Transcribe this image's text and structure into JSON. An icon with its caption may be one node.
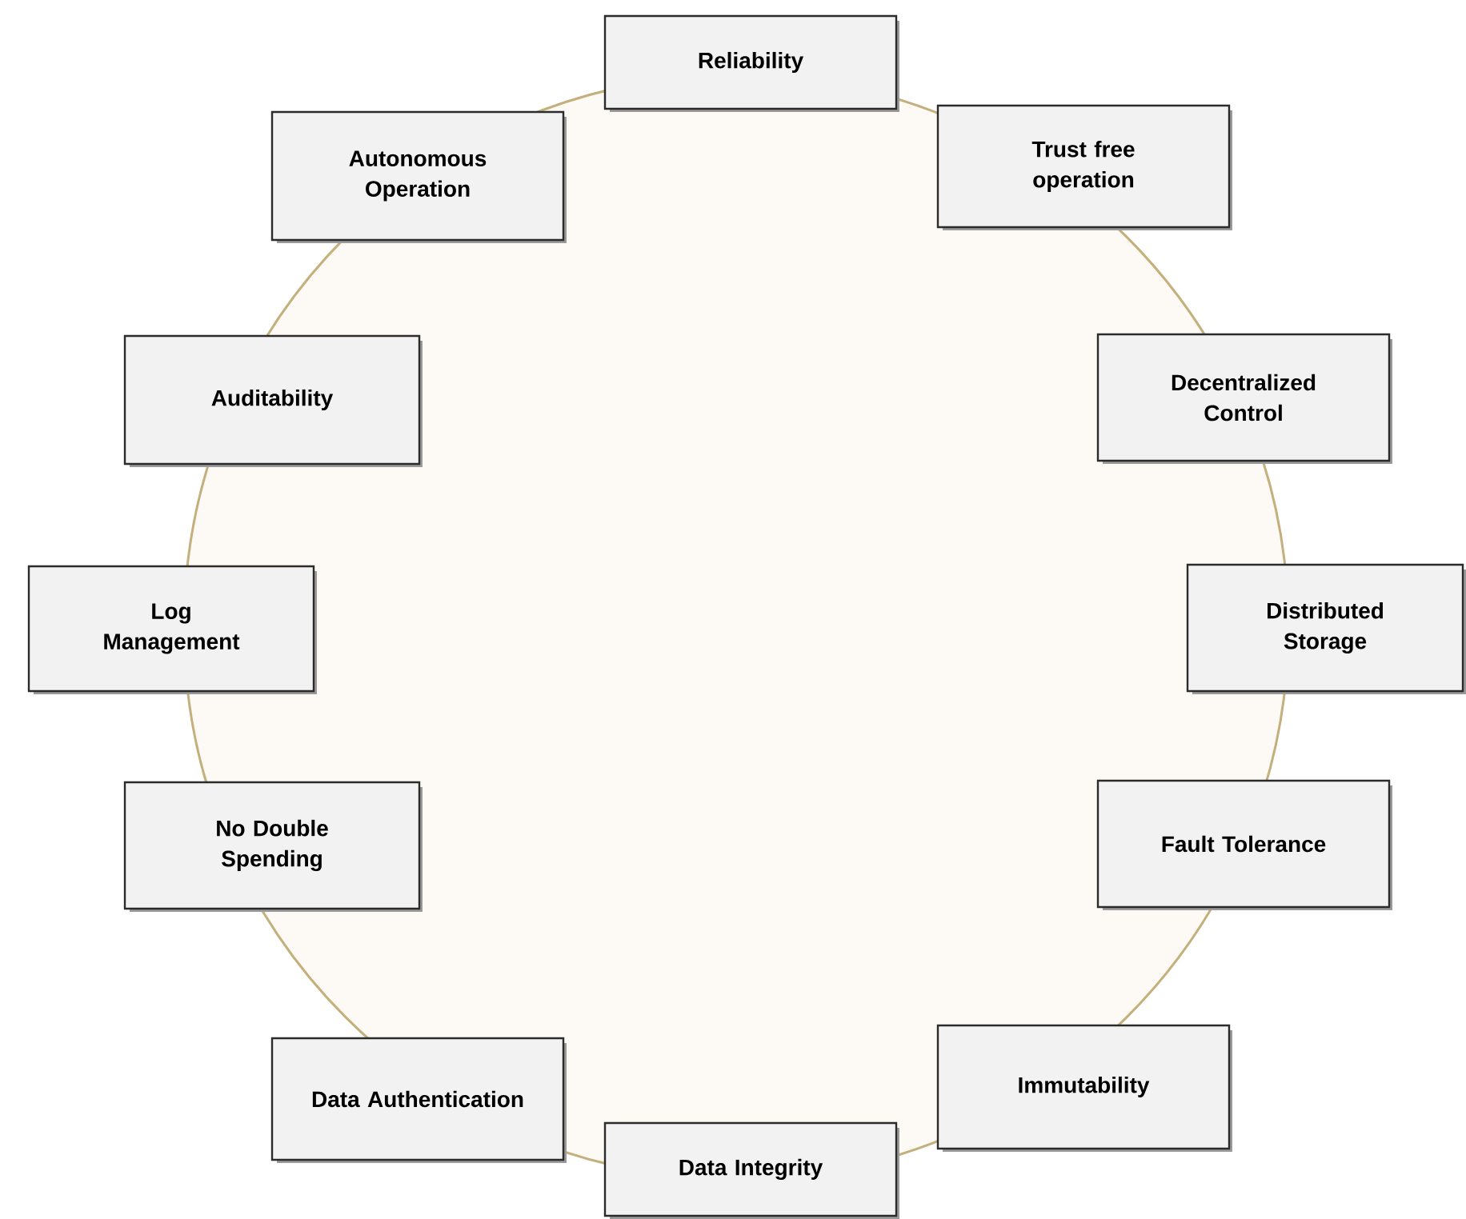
{
  "diagram": {
    "nodes": [
      {
        "text": [
          "Reliability"
        ]
      },
      {
        "text": [
          "Trust free operation"
        ]
      },
      {
        "text": [
          "Decentralized Control"
        ]
      },
      {
        "text": [
          "Distributed Storage"
        ]
      },
      {
        "text": [
          "Fault Tolerance"
        ]
      },
      {
        "text": [
          "Immutability"
        ]
      },
      {
        "text": [
          "Data Integrity"
        ]
      },
      {
        "text": [
          "Data Authentication"
        ]
      },
      {
        "text": [
          "No Double Spending"
        ]
      },
      {
        "text": [
          "Log Management"
        ]
      },
      {
        "text": [
          "Auditability"
        ]
      },
      {
        "text": [
          "Autonomous Operation"
        ]
      }
    ]
  }
}
